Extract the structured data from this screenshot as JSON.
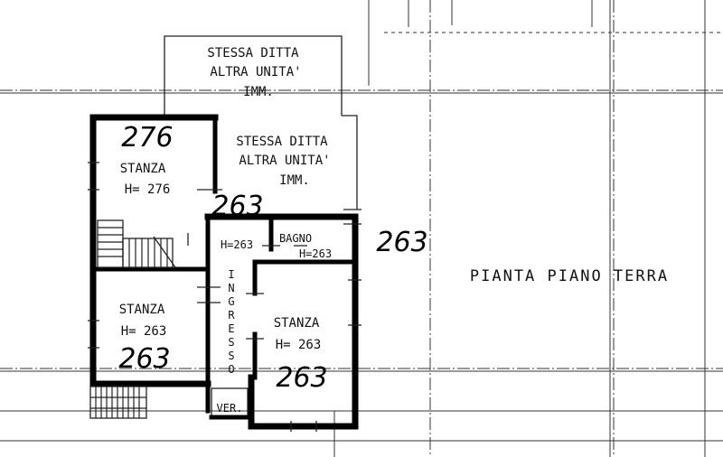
{
  "title": "PIANTA PIANO TERRA",
  "outside_label": {
    "line1": "STESSA DITTA",
    "line2": "ALTRA UNITA'",
    "line3": "IMM."
  },
  "inside_label": {
    "line1": "STESSA DITTA",
    "line2": "ALTRA UNITA'",
    "line3": "IMM."
  },
  "rooms": [
    {
      "name": "STANZA",
      "height": "H= 276",
      "handwritten": "276"
    },
    {
      "name": "STANZA",
      "height": "H= 263",
      "handwritten": "263"
    },
    {
      "name": "BAGNO",
      "height": "H=263"
    },
    {
      "name": "STANZA",
      "height": "H= 263",
      "handwritten": "263"
    }
  ],
  "corridor_height": "H=263",
  "corridor_handwritten": "263",
  "ingresso_letters": [
    "I",
    "N",
    "G",
    "R",
    "E",
    "S",
    "S",
    "O"
  ],
  "veranda": "VER.",
  "side_handwritten": "263"
}
